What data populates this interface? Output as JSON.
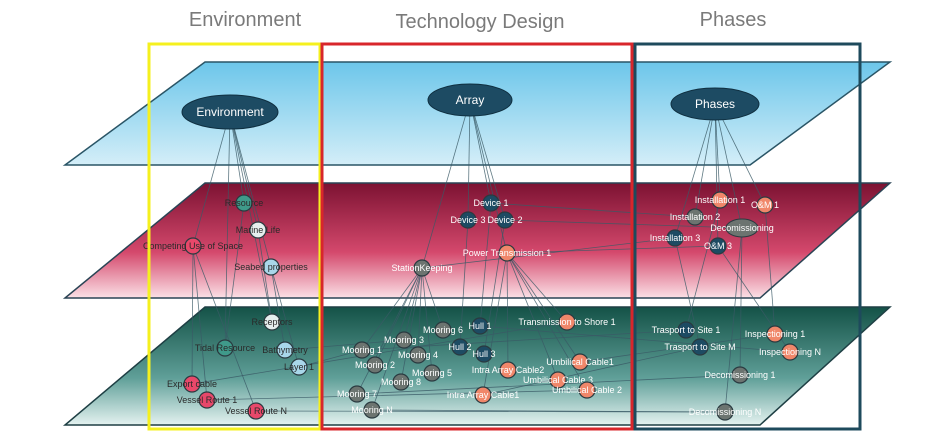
{
  "titles": {
    "environment": "Environment",
    "technology": "Technology Design",
    "phases": "Phases"
  },
  "colors": {
    "env_frame": "#f5f01e",
    "tech_frame": "#d8262b",
    "phase_frame": "#1e4a5c",
    "top_plane": "#7fd0ee",
    "mid_plane": "#8c1a3a",
    "bottom_plane": "#1b5a55",
    "dark": "#1d4b63",
    "gray": "#6c7470",
    "salmon": "#f0876a",
    "pink": "#e8486a",
    "teal": "#3f9a8a",
    "white": "#e6eeee",
    "lightblue": "#a9d7ea"
  },
  "top_nodes": [
    {
      "id": "env",
      "label": "Environment"
    },
    {
      "id": "array",
      "label": "Array"
    },
    {
      "id": "phases",
      "label": "Phases"
    }
  ],
  "nodes": [
    {
      "id": "resource",
      "label": "Resource",
      "color": "teal",
      "layer": "mid"
    },
    {
      "id": "marine",
      "label": "Marine Life",
      "color": "white",
      "layer": "mid"
    },
    {
      "id": "competing",
      "label": "Competing Use of Space",
      "color": "pink",
      "layer": "mid"
    },
    {
      "id": "seabed",
      "label": "Seabed properties",
      "color": "lightblue",
      "layer": "mid"
    },
    {
      "id": "receptors",
      "label": "Receptors",
      "color": "white",
      "layer": "bottom"
    },
    {
      "id": "tidal",
      "label": "Tidal Resource",
      "color": "teal",
      "layer": "bottom"
    },
    {
      "id": "bathy",
      "label": "Bathymetry",
      "color": "lightblue",
      "layer": "bottom"
    },
    {
      "id": "layer1",
      "label": "Layer 1",
      "color": "lightblue",
      "layer": "bottom"
    },
    {
      "id": "export",
      "label": "Export cable",
      "color": "pink",
      "layer": "bottom"
    },
    {
      "id": "vr1",
      "label": "Vessel Route 1",
      "color": "pink",
      "layer": "bottom"
    },
    {
      "id": "vrn",
      "label": "Vessel Route N",
      "color": "pink",
      "layer": "bottom"
    },
    {
      "id": "dev1",
      "label": "Device 1",
      "color": "dark",
      "layer": "mid"
    },
    {
      "id": "dev3",
      "label": "Device 3",
      "color": "dark",
      "layer": "mid"
    },
    {
      "id": "dev2",
      "label": "Device 2",
      "color": "dark",
      "layer": "mid"
    },
    {
      "id": "pt1",
      "label": "Power Transmission 1",
      "color": "salmon",
      "layer": "mid"
    },
    {
      "id": "sk",
      "label": "StationKeeping",
      "color": "gray",
      "layer": "mid"
    },
    {
      "id": "tts",
      "label": "Transmission to Shore 1",
      "color": "salmon",
      "layer": "bottom"
    },
    {
      "id": "hull1",
      "label": "Hull 1",
      "color": "dark",
      "layer": "bottom"
    },
    {
      "id": "hull2",
      "label": "Hull 2",
      "color": "dark",
      "layer": "bottom"
    },
    {
      "id": "hull3",
      "label": "Hull 3",
      "color": "dark",
      "layer": "bottom"
    },
    {
      "id": "m6",
      "label": "Mooring 6",
      "color": "gray",
      "layer": "bottom"
    },
    {
      "id": "m3",
      "label": "Mooring 3",
      "color": "gray",
      "layer": "bottom"
    },
    {
      "id": "m1",
      "label": "Mooring 1",
      "color": "gray",
      "layer": "bottom"
    },
    {
      "id": "m4",
      "label": "Mooring 4",
      "color": "gray",
      "layer": "bottom"
    },
    {
      "id": "m2",
      "label": "Mooring 2",
      "color": "gray",
      "layer": "bottom"
    },
    {
      "id": "m5",
      "label": "Mooring 5",
      "color": "gray",
      "layer": "bottom"
    },
    {
      "id": "m8",
      "label": "Mooring 8",
      "color": "gray",
      "layer": "bottom"
    },
    {
      "id": "m7",
      "label": "Mooring 7",
      "color": "gray",
      "layer": "bottom"
    },
    {
      "id": "mn",
      "label": "Mooring N",
      "color": "gray",
      "layer": "bottom"
    },
    {
      "id": "iac2",
      "label": "Intra Array Cable2",
      "color": "salmon",
      "layer": "bottom"
    },
    {
      "id": "iac1",
      "label": "Intra Array Cable1",
      "color": "salmon",
      "layer": "bottom"
    },
    {
      "id": "uc1",
      "label": "Umbilical Cable1",
      "color": "salmon",
      "layer": "bottom"
    },
    {
      "id": "uc3",
      "label": "Umbilical Cable 3",
      "color": "salmon",
      "layer": "bottom"
    },
    {
      "id": "uc2",
      "label": "Umbilical Cable 2",
      "color": "salmon",
      "layer": "bottom"
    },
    {
      "id": "inst1",
      "label": "Installation 1",
      "color": "salmon",
      "layer": "mid"
    },
    {
      "id": "om1",
      "label": "O&M 1",
      "color": "salmon",
      "layer": "mid"
    },
    {
      "id": "inst2",
      "label": "Installation 2",
      "color": "gray",
      "layer": "mid"
    },
    {
      "id": "decom",
      "label": "Decomissioning",
      "color": "gray",
      "layer": "mid"
    },
    {
      "id": "inst3",
      "label": "Installation 3",
      "color": "dark",
      "layer": "mid"
    },
    {
      "id": "om3",
      "label": "O&M 3",
      "color": "dark",
      "layer": "mid"
    },
    {
      "id": "ts1",
      "label": "Trasport to Site 1",
      "color": "dark",
      "layer": "bottom"
    },
    {
      "id": "tsm",
      "label": "Trasport to Site M",
      "color": "dark",
      "layer": "bottom"
    },
    {
      "id": "insp1",
      "label": "Inspectioning 1",
      "color": "salmon",
      "layer": "bottom"
    },
    {
      "id": "inspn",
      "label": "Inspectioning N",
      "color": "salmon",
      "layer": "bottom"
    },
    {
      "id": "dec1",
      "label": "Decomissioning 1",
      "color": "gray",
      "layer": "bottom"
    },
    {
      "id": "decn",
      "label": "Decomissioning N",
      "color": "gray",
      "layer": "bottom"
    }
  ],
  "edges": [
    [
      "env",
      "resource"
    ],
    [
      "env",
      "marine"
    ],
    [
      "env",
      "competing"
    ],
    [
      "env",
      "seabed"
    ],
    [
      "env",
      "tidal"
    ],
    [
      "env",
      "receptors"
    ],
    [
      "competing",
      "export"
    ],
    [
      "competing",
      "vr1"
    ],
    [
      "competing",
      "vrn"
    ],
    [
      "resource",
      "tidal"
    ],
    [
      "marine",
      "receptors"
    ],
    [
      "seabed",
      "bathy"
    ],
    [
      "seabed",
      "layer1"
    ],
    [
      "array",
      "dev1"
    ],
    [
      "array",
      "dev2"
    ],
    [
      "array",
      "dev3"
    ],
    [
      "array",
      "pt1"
    ],
    [
      "array",
      "sk"
    ],
    [
      "sk",
      "m1"
    ],
    [
      "sk",
      "m2"
    ],
    [
      "sk",
      "m3"
    ],
    [
      "sk",
      "m4"
    ],
    [
      "sk",
      "m5"
    ],
    [
      "sk",
      "m6"
    ],
    [
      "sk",
      "m7"
    ],
    [
      "sk",
      "m8"
    ],
    [
      "sk",
      "mn"
    ],
    [
      "dev1",
      "hull1"
    ],
    [
      "dev3",
      "hull2"
    ],
    [
      "dev2",
      "hull3"
    ],
    [
      "pt1",
      "tts"
    ],
    [
      "pt1",
      "iac1"
    ],
    [
      "pt1",
      "iac2"
    ],
    [
      "pt1",
      "uc1"
    ],
    [
      "pt1",
      "uc2"
    ],
    [
      "pt1",
      "uc3"
    ],
    [
      "phases",
      "inst1"
    ],
    [
      "phases",
      "inst2"
    ],
    [
      "phases",
      "inst3"
    ],
    [
      "phases",
      "om1"
    ],
    [
      "phases",
      "om3"
    ],
    [
      "phases",
      "decom"
    ],
    [
      "inst1",
      "ts1"
    ],
    [
      "inst3",
      "tsm"
    ],
    [
      "om1",
      "insp1"
    ],
    [
      "om3",
      "inspn"
    ],
    [
      "decom",
      "dec1"
    ],
    [
      "decom",
      "decn"
    ],
    [
      "inst2",
      "dev1"
    ],
    [
      "inst3",
      "sk"
    ],
    [
      "om3",
      "pt1"
    ],
    [
      "decom",
      "dev2"
    ],
    [
      "ts1",
      "m1"
    ],
    [
      "tsm",
      "iac1"
    ],
    [
      "insp1",
      "uc1"
    ],
    [
      "inspn",
      "hull1"
    ],
    [
      "dec1",
      "m7"
    ],
    [
      "decn",
      "mn"
    ],
    [
      "vr1",
      "uc2"
    ],
    [
      "export",
      "tts"
    ],
    [
      "vrn",
      "decn"
    ],
    [
      "layer1",
      "m1"
    ],
    [
      "bathy",
      "m3"
    ]
  ]
}
